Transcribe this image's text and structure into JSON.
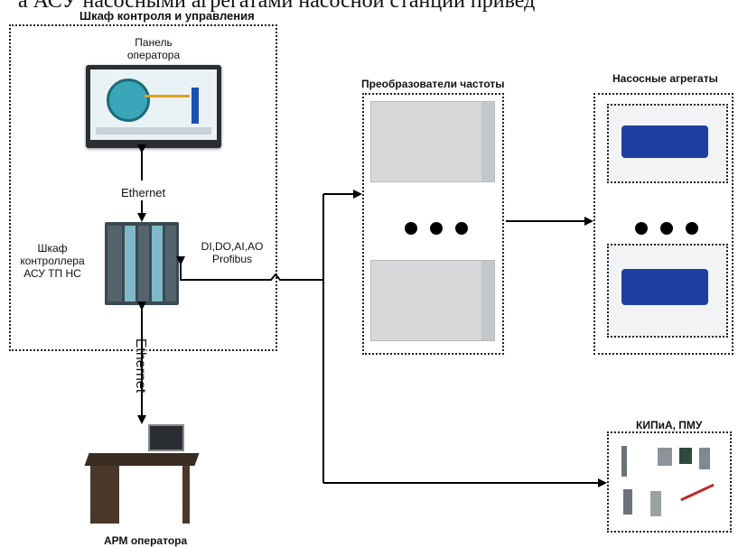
{
  "header": {
    "cut_text": "а АСУ насосными агрегатами насосной станции привед"
  },
  "cabinet": {
    "title": "Шкаф контроля и управления",
    "panel_label": "Панель оператора",
    "ethernet_label": "Ethernet",
    "controller_label": "Шкаф контроллера АСУ ТП НС",
    "signals_label": "DI,DO,AI,AO Profibus"
  },
  "bottom_link": {
    "ethernet_label": "Ethernet"
  },
  "arm": {
    "label": "АРМ оператора"
  },
  "vfd": {
    "title": "Преобразователи частоты"
  },
  "pumps": {
    "title": "Насосные агрегаты"
  },
  "instruments": {
    "title": "КИПиА, ПМУ"
  },
  "colors": {
    "line": "#000000",
    "cabinet_grey": "#d6d8da",
    "pump_blue": "#1f3fa0",
    "hmi_teal": "#3aa6b9",
    "plc_dark": "#3b4a52"
  }
}
